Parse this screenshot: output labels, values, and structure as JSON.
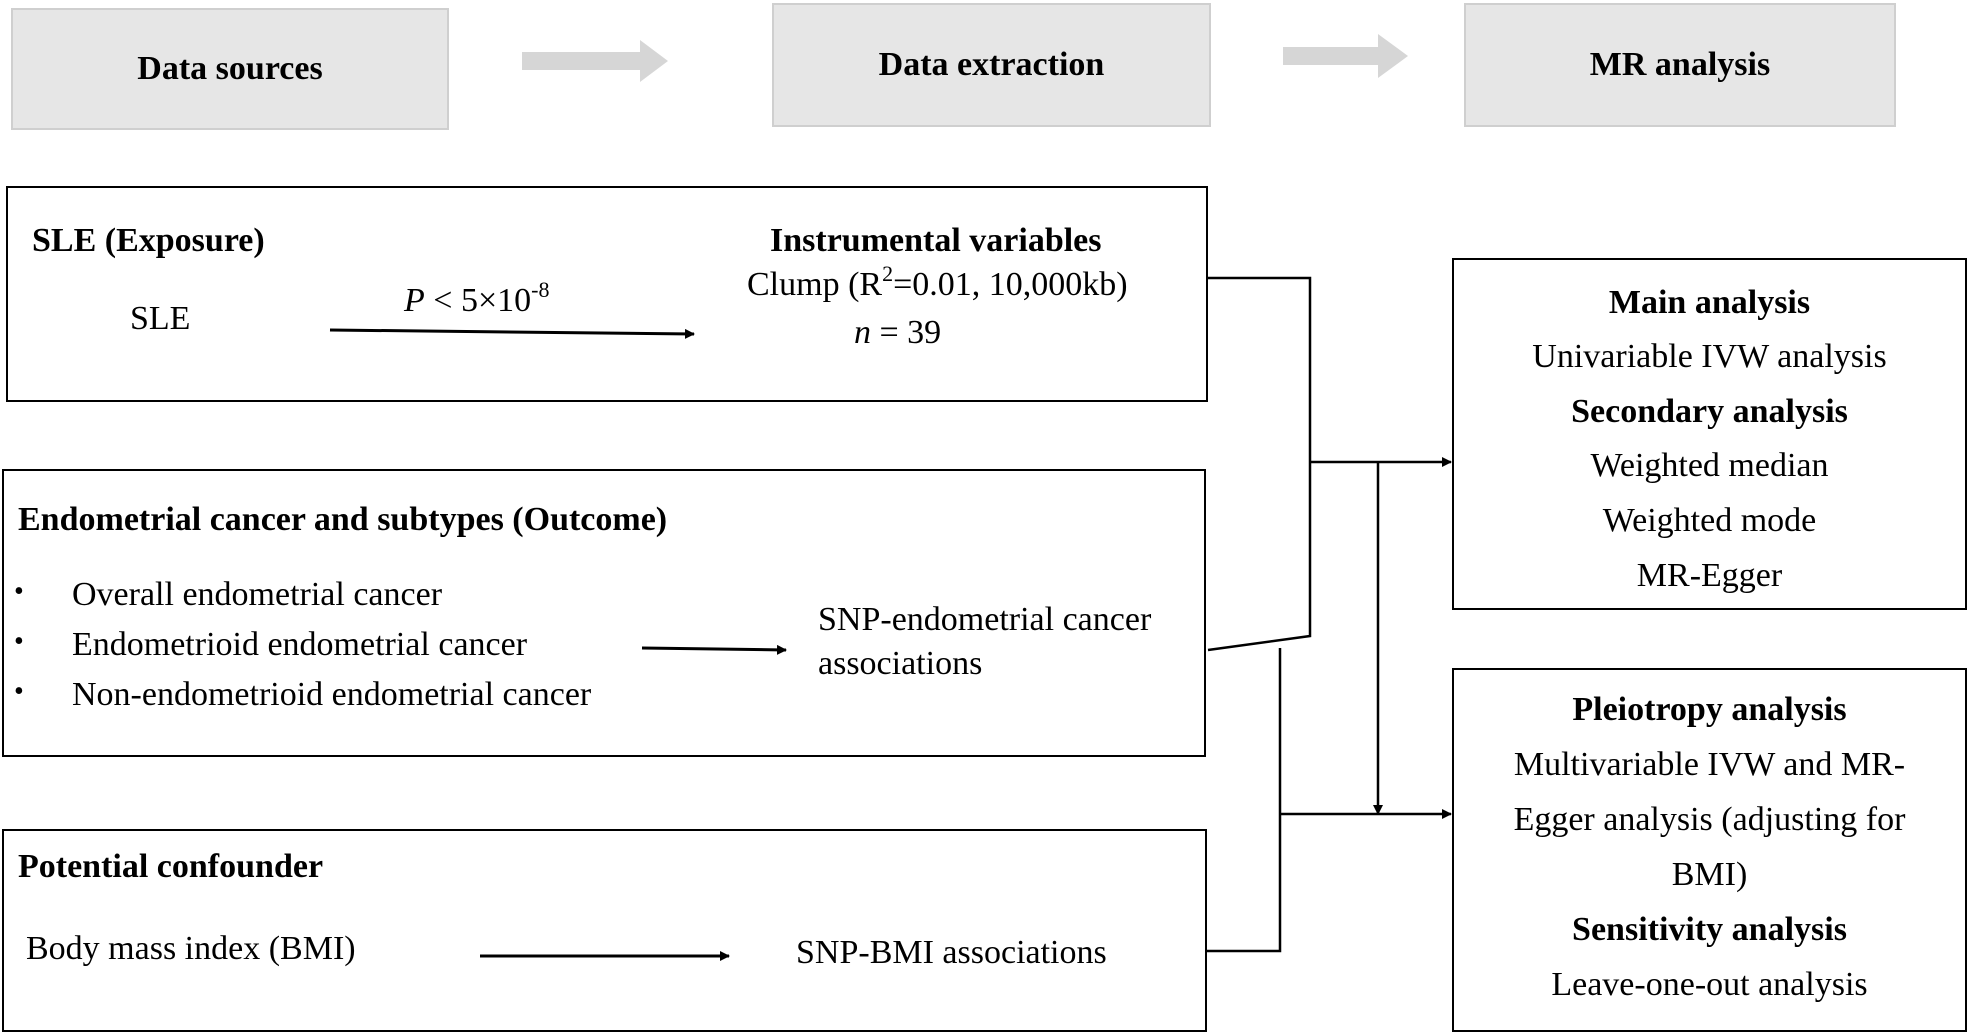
{
  "header": {
    "data_sources": "Data sources",
    "data_extraction": "Data extraction",
    "mr_analysis": "MR analysis"
  },
  "exposure": {
    "title": "SLE (Exposure)",
    "source": "SLE",
    "threshold_p": "P",
    "threshold_rest": " < 5×10",
    "threshold_exp": "-8",
    "iv_title": "Instrumental variables",
    "clump_pre": "Clump (R",
    "clump_sup": "2",
    "clump_post": "=0.01, 10,000kb)",
    "n_label": "n",
    "n_value": " = 39"
  },
  "outcome": {
    "title": "Endometrial cancer and subtypes (Outcome)",
    "bullet": "•",
    "items": [
      "Overall endometrial cancer",
      "Endometrioid endometrial cancer",
      "Non-endometrioid endometrial cancer"
    ],
    "assoc_line1": "SNP-endometrial cancer",
    "assoc_line2": "associations"
  },
  "confounder": {
    "title": "Potential confounder",
    "source": "Body mass index (BMI)",
    "assoc": "SNP-BMI associations"
  },
  "main_box": {
    "lines": [
      {
        "text": "Main analysis",
        "bold": true
      },
      {
        "text": "Univariable IVW analysis",
        "bold": false
      },
      {
        "text": "Secondary analysis",
        "bold": true
      },
      {
        "text": "Weighted median",
        "bold": false
      },
      {
        "text": "Weighted mode",
        "bold": false
      },
      {
        "text": "MR-Egger",
        "bold": false
      }
    ]
  },
  "pleio_box": {
    "lines": [
      {
        "text": "Pleiotropy analysis",
        "bold": true
      },
      {
        "text": "Multivariable IVW and MR-",
        "bold": false
      },
      {
        "text": "Egger analysis (adjusting for",
        "bold": false
      },
      {
        "text": "BMI)",
        "bold": false
      },
      {
        "text": "Sensitivity analysis",
        "bold": true
      },
      {
        "text": "Leave-one-out analysis",
        "bold": false
      }
    ]
  }
}
